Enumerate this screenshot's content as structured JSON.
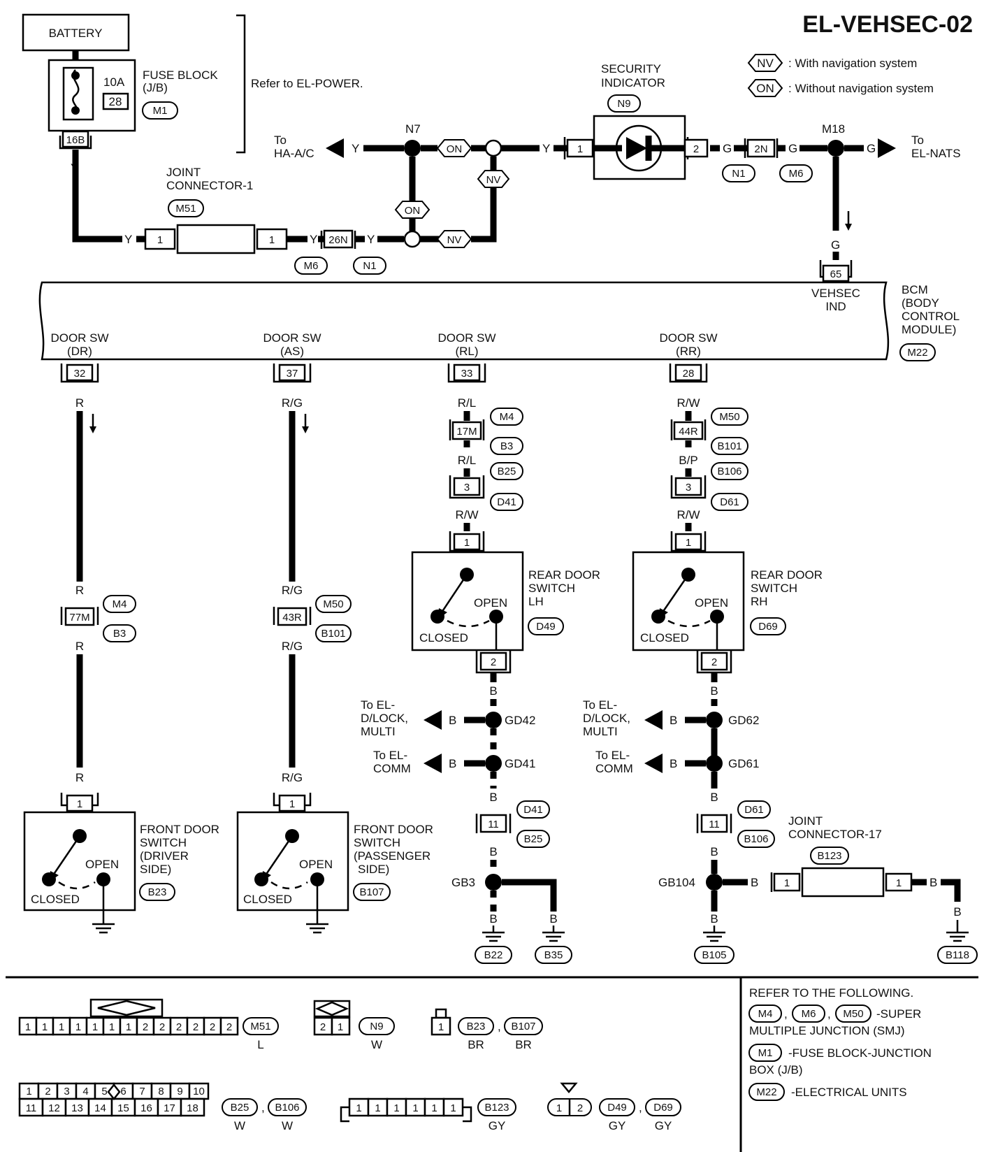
{
  "title": "EL-VEHSEC-02",
  "legend": {
    "nv_tag": "NV",
    "nv_text": ": With navigation system",
    "on_tag": "ON",
    "on_text": ": Without navigation system"
  },
  "battery": "BATTERY",
  "fuse": {
    "rating": "10A",
    "number": "28",
    "block_l1": "FUSE BLOCK",
    "block_l2": "(J/B)",
    "connector": "M1",
    "terminal": "16B"
  },
  "refer_power": "Refer to EL-POWER.",
  "joint1": {
    "l1": "JOINT",
    "l2": "CONNECTOR-1",
    "id": "M51",
    "pin_a": "1",
    "pin_b": "1"
  },
  "conn_26n": {
    "pin": "26N",
    "c1": "M6",
    "c2": "N1"
  },
  "n7": "N7",
  "to_hvac": {
    "l1": "To",
    "l2": "HA-A/C"
  },
  "tag_on": "ON",
  "tag_nv": "NV",
  "security": {
    "l1": "SECURITY",
    "l2": "INDICATOR",
    "id": "N9",
    "pin1": "1",
    "pin2": "2"
  },
  "conn_2n": {
    "pin": "2N",
    "c1": "N1",
    "c2": "M6"
  },
  "m18": "M18",
  "to_nats": {
    "l1": "To",
    "l2": "EL-NATS"
  },
  "wire": {
    "y": "Y",
    "g": "G",
    "r": "R",
    "rg": "R/G",
    "rl": "R/L",
    "rw": "R/W",
    "b": "B",
    "bp": "B/P"
  },
  "bcm": {
    "pin": "65",
    "l1": "VEHSEC",
    "l2": "IND",
    "name1": "BCM",
    "name2": "(BODY",
    "name3": "CONTROL",
    "name4": "MODULE)",
    "id": "M22"
  },
  "door_dr": {
    "l1": "DOOR SW",
    "l2": "(DR)",
    "pin": "32"
  },
  "door_as": {
    "l1": "DOOR SW",
    "l2": "(AS)",
    "pin": "37"
  },
  "door_rl": {
    "l1": "DOOR SW",
    "l2": "(RL)",
    "pin": "33"
  },
  "door_rr": {
    "l1": "DOOR SW",
    "l2": "(RR)",
    "pin": "28"
  },
  "col_dr": {
    "conn_pin": "77M",
    "c1": "M4",
    "c2": "B3",
    "sw_pin": "1",
    "open": "OPEN",
    "closed": "CLOSED",
    "n1": "FRONT DOOR",
    "n2": "SWITCH",
    "n3": "(DRIVER",
    "n4": "SIDE)",
    "id": "B23"
  },
  "col_as": {
    "conn_pin": "43R",
    "c1": "M50",
    "c2": "B101",
    "sw_pin": "1",
    "open": "OPEN",
    "closed": "CLOSED",
    "n1": "FRONT DOOR",
    "n2": "SWITCH",
    "n3": "(PASSENGER",
    "n4": "SIDE)",
    "id": "B107"
  },
  "col_rl": {
    "conn1": "17M",
    "c1a": "M4",
    "c1b": "B3",
    "conn2": "3",
    "c2a": "B25",
    "c2b": "D41",
    "sw_pin1": "1",
    "sw_pin2": "2",
    "open": "OPEN",
    "closed": "CLOSED",
    "n1": "REAR DOOR",
    "n2": "SWITCH",
    "n3": "LH",
    "id": "D49",
    "gd_a": "GD42",
    "gd_b": "GD41",
    "to_a1": "To EL-",
    "to_a2": "D/LOCK,",
    "to_a3": "MULTI",
    "to_b1": "To EL-",
    "to_b2": "COMM",
    "conn3": "11",
    "c3a": "D41",
    "c3b": "B25",
    "gb": "GB3",
    "g1": "B22",
    "g2": "B35"
  },
  "col_rr": {
    "conn1": "44R",
    "c1a": "M50",
    "c1b": "B101",
    "conn2": "3",
    "c2a": "B106",
    "c2b": "D61",
    "sw_pin1": "1",
    "sw_pin2": "2",
    "open": "OPEN",
    "closed": "CLOSED",
    "n1": "REAR DOOR",
    "n2": "SWITCH",
    "n3": "RH",
    "id": "D69",
    "gd_a": "GD62",
    "gd_b": "GD61",
    "to_a1": "To EL-",
    "to_a2": "D/LOCK,",
    "to_a3": "MULTI",
    "to_b1": "To EL-",
    "to_b2": "COMM",
    "conn3": "11",
    "c3a": "D61",
    "c3b": "B106",
    "gb": "GB104",
    "g1": "B105",
    "g2": "B118"
  },
  "joint17": {
    "l1": "JOINT",
    "l2": "CONNECTOR-17",
    "id": "B123",
    "pin_a": "1",
    "pin_b": "1"
  },
  "footer": {
    "m51_pins": [
      "1",
      "1",
      "1",
      "1",
      "1",
      "1",
      "1",
      "2",
      "2",
      "2",
      "2",
      "2",
      "2"
    ],
    "m51_id": "M51",
    "m51_color": "L",
    "n9_pins": [
      "2",
      "1"
    ],
    "n9_id": "N9",
    "n9_color": "W",
    "b23_pin": "1",
    "b23_id": "B23",
    "b23_color": "BR",
    "b107_id": "B107",
    "b107_color": "BR",
    "b25_top": [
      "1",
      "2",
      "3",
      "4",
      "5",
      "6",
      "7",
      "8",
      "9",
      "10"
    ],
    "b25_bottom": [
      "11",
      "12",
      "13",
      "14",
      "15",
      "16",
      "17",
      "18"
    ],
    "b25_id": "B25",
    "b25_color": "W",
    "b106_id": "B106",
    "b106_color": "W",
    "b123_pins": [
      "1",
      "1",
      "1",
      "1",
      "1",
      "1"
    ],
    "b123_id": "B123",
    "b123_color": "GY",
    "d49_pins": [
      "1",
      "2"
    ],
    "d49_id": "D49",
    "d49_color": "GY",
    "d69_id": "D69",
    "d69_color": "GY",
    "comma": ",",
    "refer": {
      "heading": "REFER TO THE FOLLOWING.",
      "smj_ids": [
        "M4",
        "M6",
        "M50"
      ],
      "smj_text1": "-SUPER",
      "smj_text2": "MULTIPLE JUNCTION (SMJ)",
      "fuse_id": "M1",
      "fuse_text1": "-FUSE BLOCK-JUNCTION",
      "fuse_text2": "BOX (J/B)",
      "elec_id": "M22",
      "elec_text": "-ELECTRICAL UNITS"
    }
  }
}
